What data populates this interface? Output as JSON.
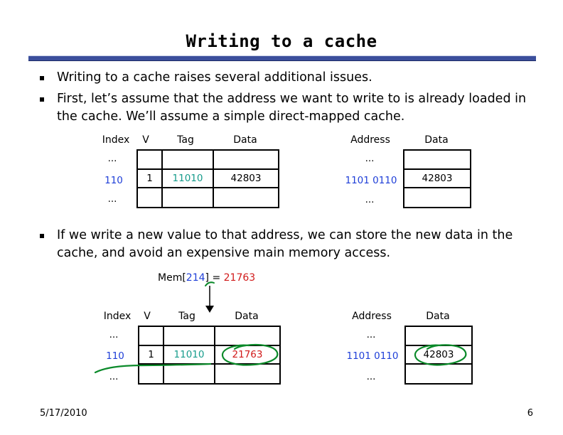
{
  "title": "Writing to a cache",
  "bullets": [
    "Writing to a cache raises several additional issues.",
    "First, let’s assume that the address we want to write to is already loaded in the cache. We’ll assume a simple direct-mapped cache.",
    "If we write a new value to that address, we can store the new data in the cache, and avoid an expensive main memory access."
  ],
  "cache_headers": {
    "index": "Index",
    "v": "V",
    "tag": "Tag",
    "data": "Data"
  },
  "memory_headers": {
    "address": "Address",
    "data": "Data"
  },
  "ellipsis": "...",
  "table1": {
    "index": "110",
    "v": "1",
    "tag": "11010",
    "data": "42803",
    "mem_address": "1101 0110",
    "mem_data": "42803"
  },
  "table2": {
    "index": "110",
    "v": "1",
    "tag": "11010",
    "data": "21763",
    "mem_address": "1101 0110",
    "mem_data": "42803"
  },
  "write_op": {
    "prefix": "Mem[",
    "addr": "214",
    "mid": "] = ",
    "value": "21763"
  },
  "colors": {
    "index": "#1f3fd8",
    "tag": "#179c8c",
    "new_value": "#d11a1a",
    "annotation": "#0b8a2a",
    "rule": "#3b4f9c"
  },
  "footer": {
    "date": "5/17/2010",
    "page": "6"
  }
}
